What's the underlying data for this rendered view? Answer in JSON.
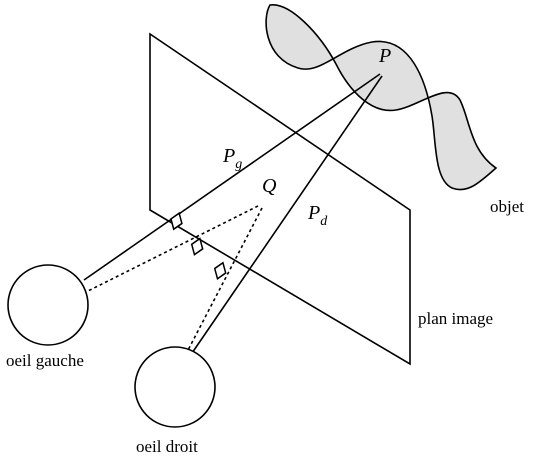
{
  "labels": {
    "object": "objet",
    "image_plane": "plan image",
    "left_eye": "oeil gauche",
    "right_eye": "oeil droit",
    "point_p": "P",
    "point_q": "Q",
    "point_pg_main": "P",
    "point_pg_sub": "g",
    "point_pd_main": "P",
    "point_pd_sub": "d"
  },
  "colors": {
    "object_fill": "#e0e0e0",
    "stroke": "#000000"
  }
}
